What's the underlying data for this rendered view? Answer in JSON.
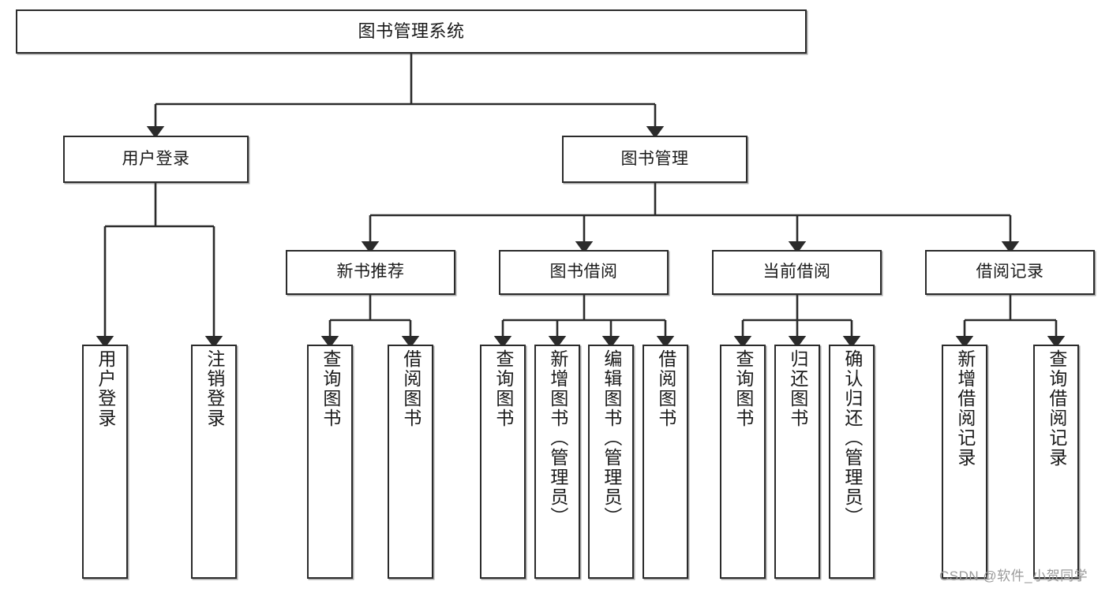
{
  "diagram": {
    "title": "图书管理系统",
    "type": "tree-hierarchy-chart",
    "root": {
      "label": "图书管理系统"
    },
    "level2": [
      {
        "label": "用户登录"
      },
      {
        "label": "图书管理"
      }
    ],
    "level3": [
      {
        "label": "新书推荐"
      },
      {
        "label": "图书借阅"
      },
      {
        "label": "当前借阅"
      },
      {
        "label": "借阅记录"
      }
    ],
    "leaves": {
      "user_login": [
        {
          "label": "用户登录"
        },
        {
          "label": "注销登录"
        }
      ],
      "new_book_recommend": [
        {
          "label": "查询图书"
        },
        {
          "label": "借阅图书"
        }
      ],
      "book_borrow": [
        {
          "label": "查询图书"
        },
        {
          "label": "新增图书（管理员）"
        },
        {
          "label": "编辑图书（管理员）"
        },
        {
          "label": "借阅图书"
        }
      ],
      "current_borrow": [
        {
          "label": "查询图书"
        },
        {
          "label": "归还图书"
        },
        {
          "label": "确认归还（管理员）"
        }
      ],
      "borrow_record": [
        {
          "label": "新增借阅记录"
        },
        {
          "label": "查询借阅记录"
        }
      ]
    }
  },
  "watermark": {
    "text": "CSDN @软件_小贺同学"
  },
  "colors": {
    "border": "#2b2b2b",
    "background": "#ffffff",
    "text": "#1a1a1a",
    "watermark": "#9a9a9a"
  }
}
